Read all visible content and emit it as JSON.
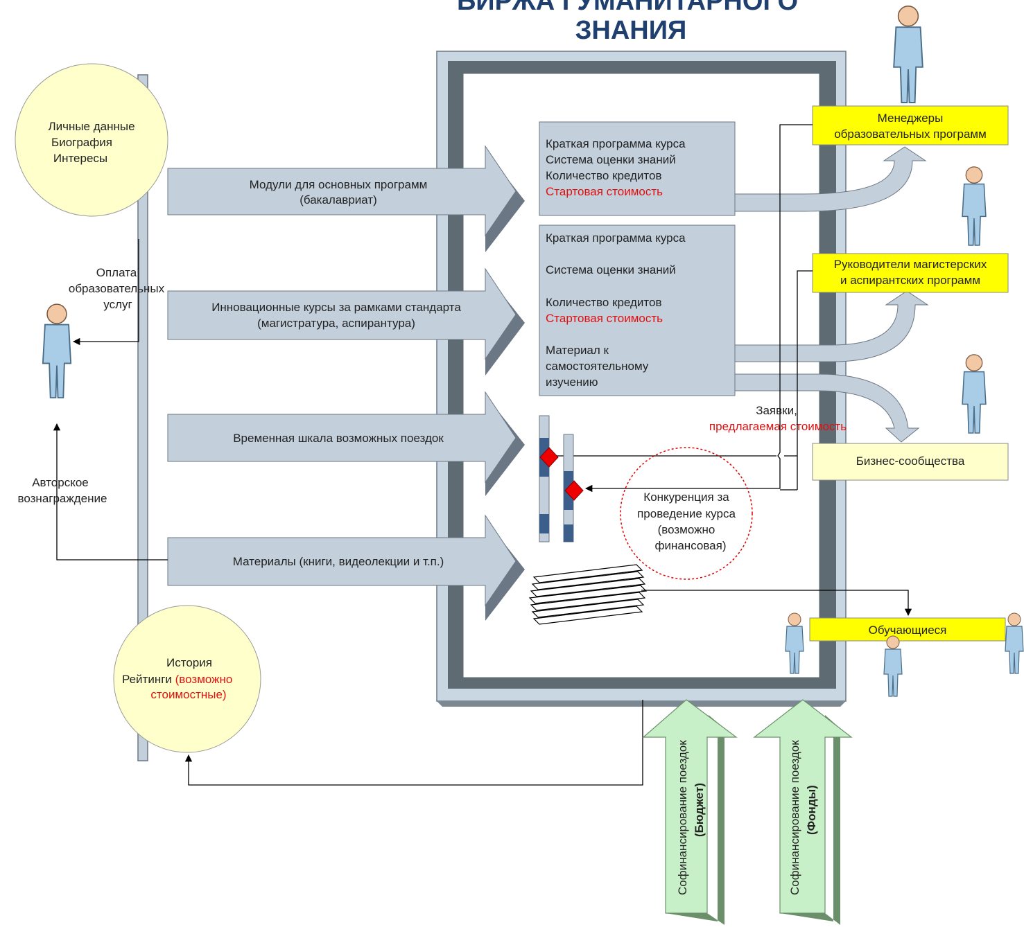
{
  "title": {
    "line1": "БИРЖА ГУМАНИТАРНОГО",
    "line2": "ЗНАНИЯ"
  },
  "personal_circle": {
    "lines": [
      "Личные данные",
      "Биография",
      "Интересы"
    ]
  },
  "history_circle": {
    "line1": "История",
    "line2_black": "Рейтинги ",
    "line2_red": "(возможно",
    "line3_red": "стоимостные)"
  },
  "payment_label": {
    "lines": [
      "Оплата",
      "образовательных",
      "услуг"
    ]
  },
  "reward_label": {
    "lines": [
      "Авторское",
      "вознаграждение"
    ]
  },
  "arrows": [
    {
      "lines": [
        "Модули для основных программ",
        "(бакалавриат)"
      ]
    },
    {
      "lines": [
        "Инновационные курсы за рамками стандарта",
        "(магистратура, аспирантура)"
      ]
    },
    {
      "lines": [
        "Временная шкала возможных поездок"
      ]
    },
    {
      "lines": [
        "Материалы (книги, видеолекции и т.п.)"
      ]
    }
  ],
  "info_box1": {
    "lines": [
      "Краткая программа курса",
      "Система оценки знаний",
      "Количество кредитов"
    ],
    "red": "Стартовая стоимость"
  },
  "info_box2": {
    "line1": "Краткая программа курса",
    "line2": "Система оценки знаний",
    "line3": "Количество кредитов",
    "red": "Стартовая стоимость",
    "tail": [
      "Материал к",
      "самостоятельному",
      "изучению"
    ]
  },
  "bids_label": {
    "black": "Заявки,",
    "red": "предлагаемая стоимость"
  },
  "competition": {
    "lines": [
      "Конкуренция за",
      "проведение курса",
      "(возможно",
      "финансовая)"
    ]
  },
  "audiences": [
    {
      "lines": [
        "Менеджеры",
        "образовательных программ"
      ]
    },
    {
      "lines": [
        "Руководители магистерских",
        "и аспирантских программ"
      ]
    },
    {
      "lines": [
        "Бизнес-сообщества"
      ]
    },
    {
      "lines": [
        "Обучающиеся"
      ]
    }
  ],
  "funding": [
    {
      "normal": "Софинансирование поездок",
      "bold": "(Бюджет)"
    },
    {
      "normal": "Софинансирование поездок",
      "bold": "(Фонды)"
    }
  ],
  "colors": {
    "arrow_face": "#c3d0dc",
    "arrow_dark": "#6b7784",
    "frame_light": "#c9d7e2",
    "frame_dark": "#5f6b73",
    "yellow_box": "#ffff00",
    "pale_yellow": "#ffffcc",
    "circle_fill": "#ffffcc",
    "green": "#c8f0c8",
    "green_dark": "#6a8f6a",
    "red_text": "#e01010",
    "title_blue": "#1f3f6e"
  }
}
